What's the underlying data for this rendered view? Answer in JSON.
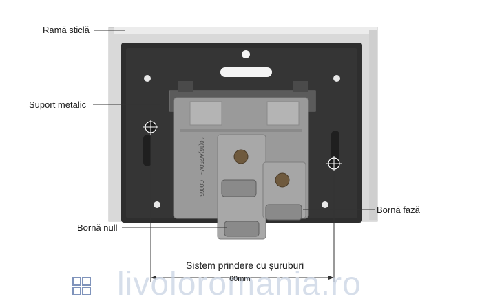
{
  "labels": {
    "glass_frame": "Ramă sticlă",
    "metal_support": "Suport metalic",
    "null_terminal": "Bornă null",
    "phase_terminal": "Bornă fază",
    "screw_system": "Sistem prindere cu șuruburi",
    "mount_distance": "60mm"
  },
  "module_markings": {
    "rating": "10(16)A/250V~",
    "code": "C0065"
  },
  "watermark": "livoloromania.ro",
  "colors": {
    "glass_edge": "#c8c8c8",
    "back_plate": "#2c2c2c",
    "module_body": "#9a9a9a",
    "leader_line": "#333333",
    "watermark": "#c9d3e4"
  }
}
